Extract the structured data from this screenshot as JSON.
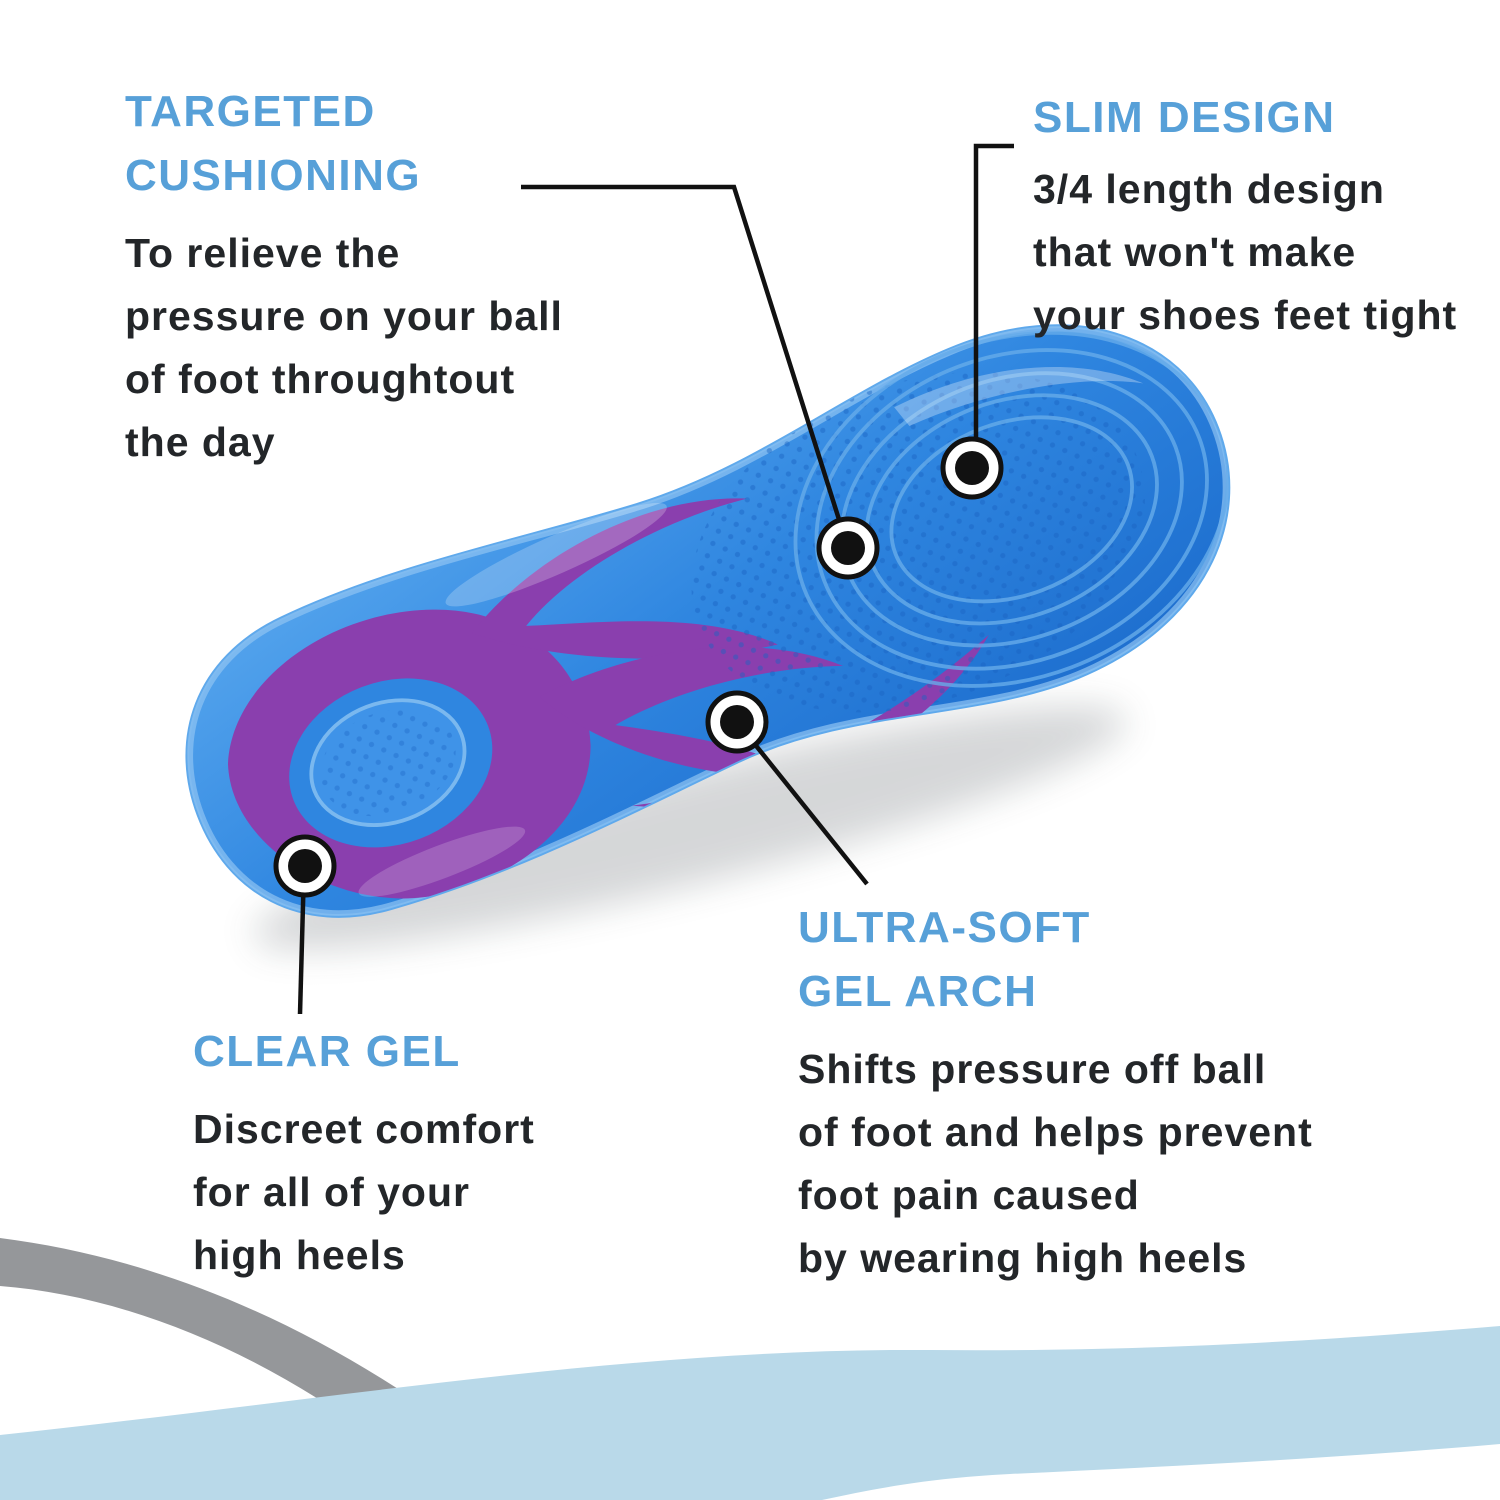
{
  "callouts": {
    "targeted_cushioning": {
      "heading": "TARGETED\nCUSHIONING",
      "body": "To relieve the\npressure on your ball\nof foot throughtout\nthe day"
    },
    "slim_design": {
      "heading": "SLIM DESIGN",
      "body": "3/4 length design\nthat won't make\nyour shoes feet tight"
    },
    "clear_gel": {
      "heading": "CLEAR GEL",
      "body": "Discreet comfort\nfor all of your\nhigh heels"
    },
    "ultra_soft_gel_arch": {
      "heading": "ULTRA-SOFT\nGEL ARCH",
      "body": "Shifts pressure off ball\nof foot and helps prevent\nfoot pain caused\nby wearing high heels"
    }
  },
  "colors": {
    "heading_blue": "#57a0d8",
    "body_text": "#232629",
    "insole_blue": "#2f86e0",
    "insole_purple": "#8a3fae",
    "callout_line": "#111111",
    "wave_gray": "#95979a",
    "wave_blue": "#b9d9e9"
  }
}
